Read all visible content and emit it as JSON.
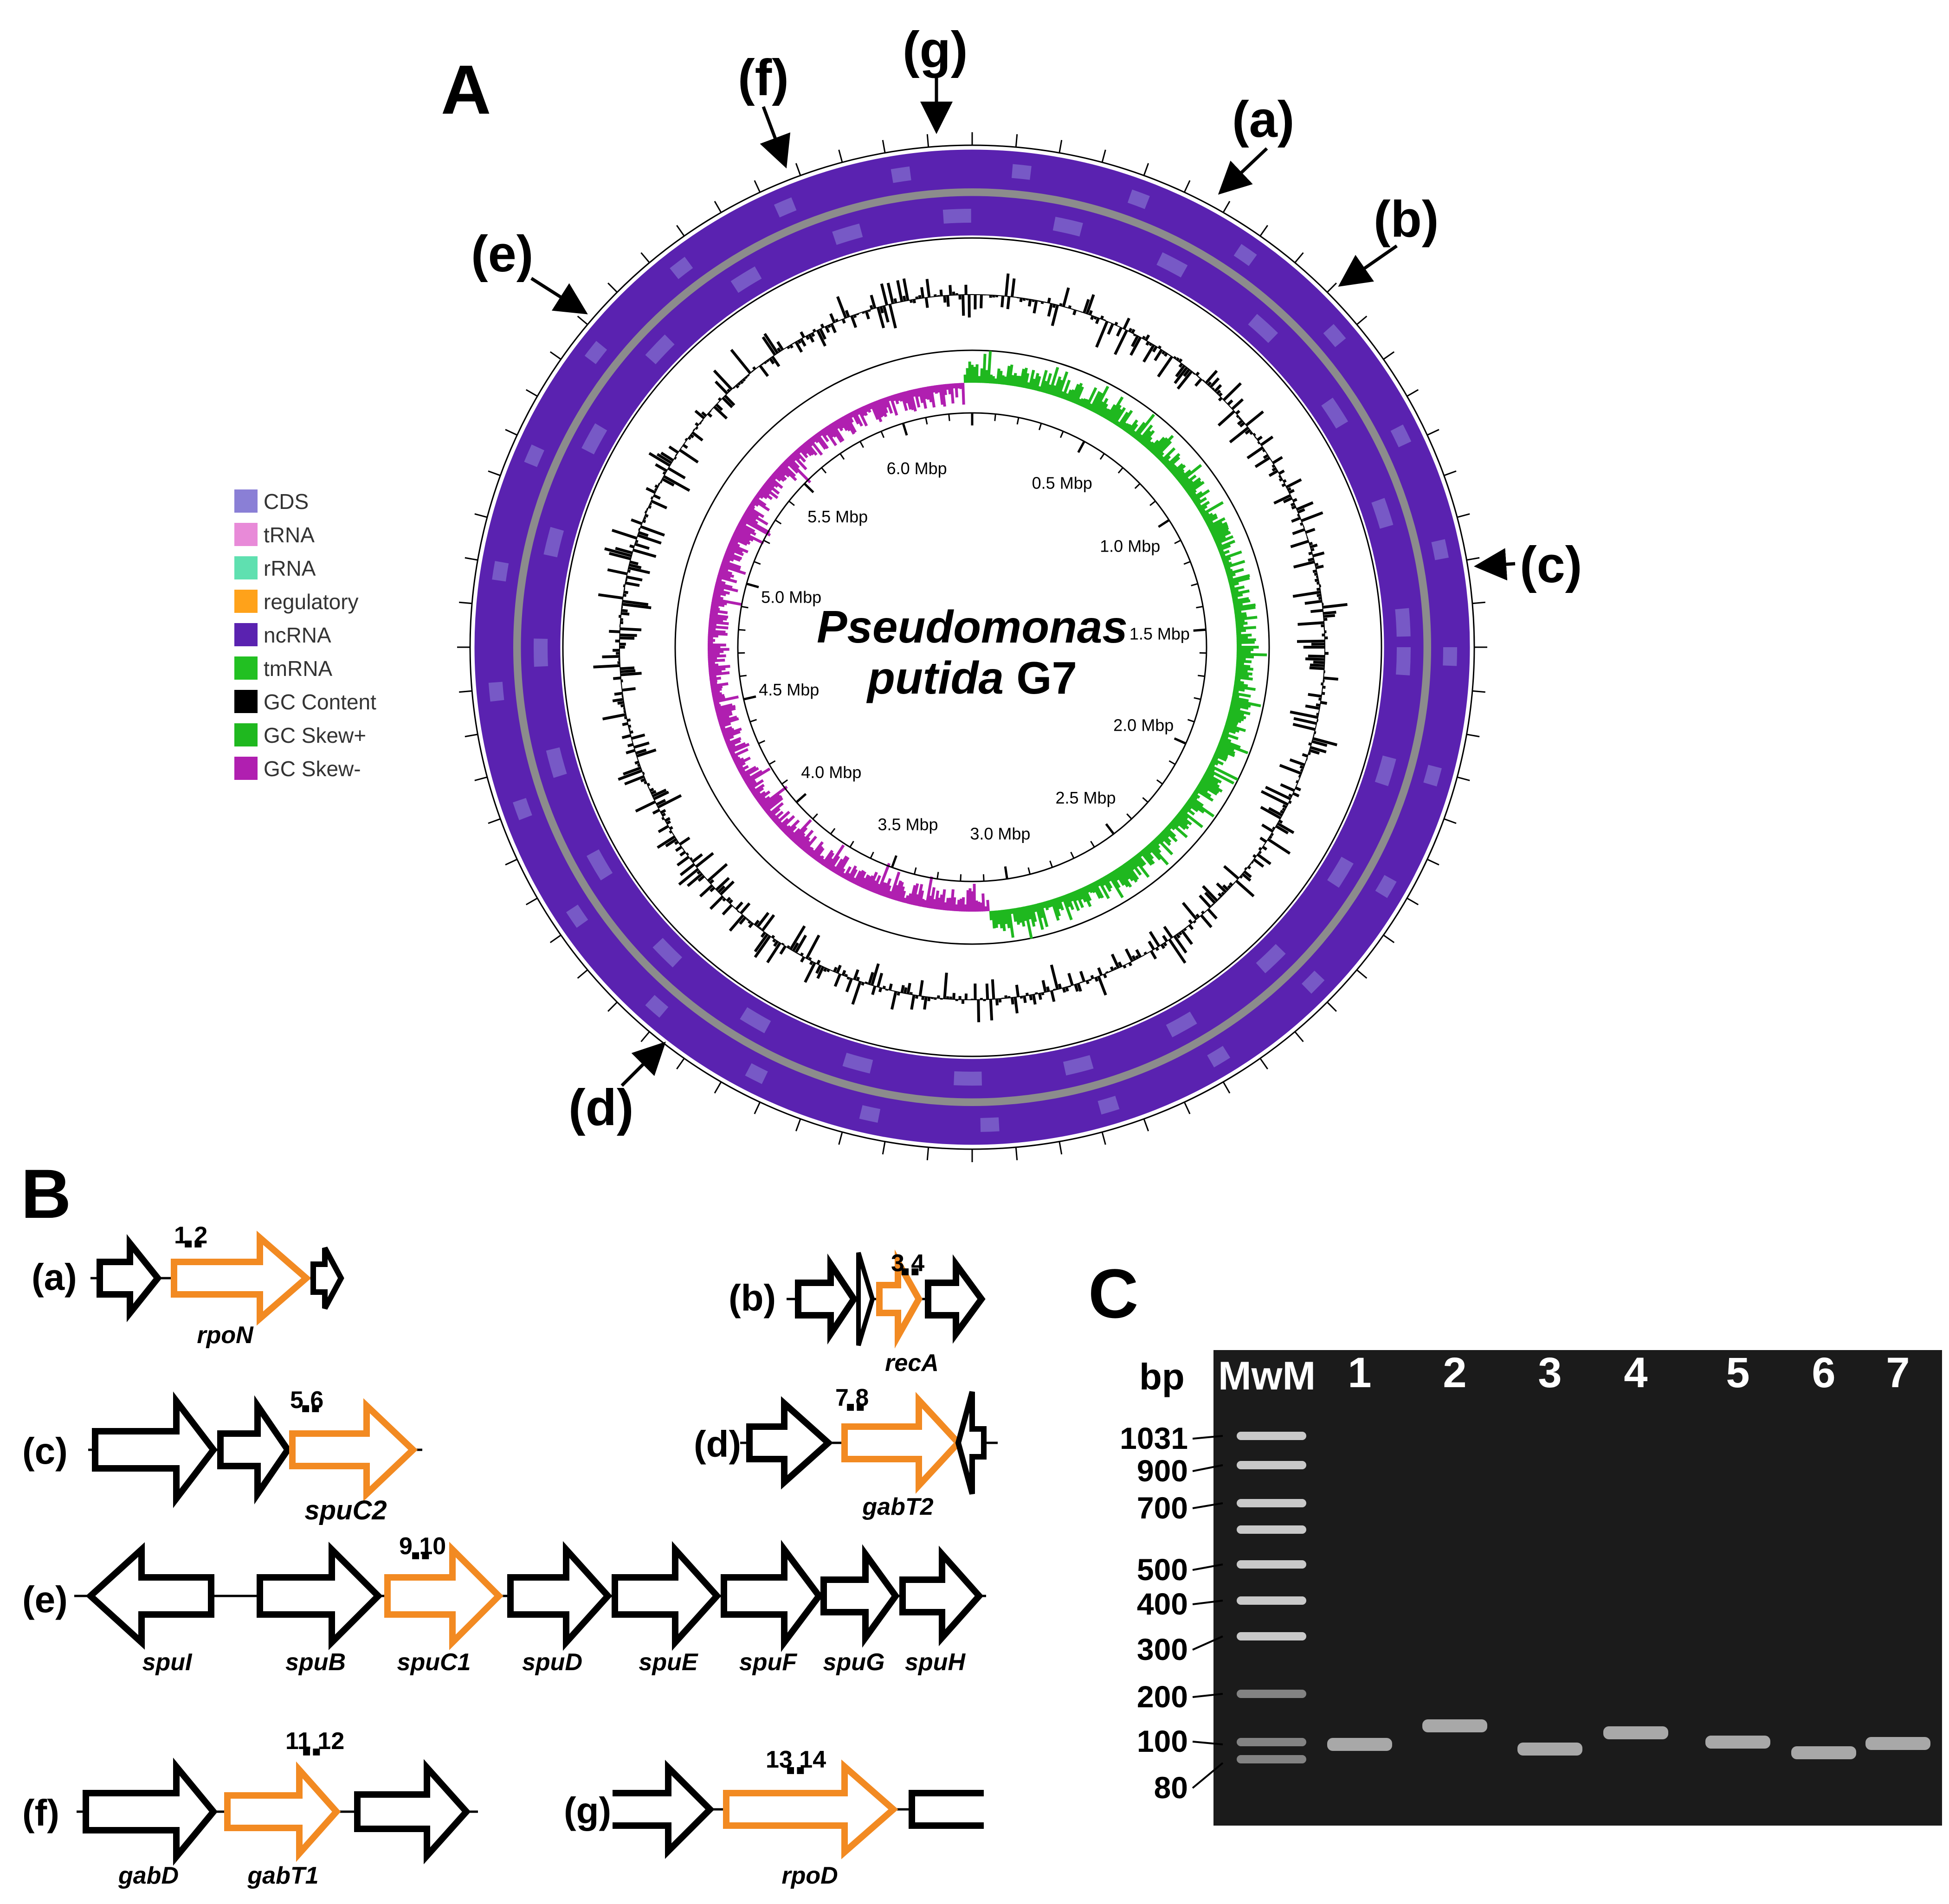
{
  "colors": {
    "cds": "#8a7fd6",
    "trna": "#e88ad8",
    "rrna": "#5fe0b0",
    "regulatory": "#ffa21a",
    "ncrna": "#5a22b0",
    "tmrna": "#22c022",
    "gc_content": "#000000",
    "gc_skew_pos": "#1fb81f",
    "gc_skew_neg": "#b01fb0",
    "gene_highlight": "#f28a22",
    "gene_default": "#000000",
    "gel_bg": "#1b1b1b",
    "gel_band": "#d8d8d8"
  },
  "panelA": {
    "label": "A",
    "organism_italic": "Pseudomonas",
    "organism_line2_italic": "putida",
    "organism_line2_plain": "G7",
    "legend": [
      {
        "color_key": "cds",
        "label": "CDS"
      },
      {
        "color_key": "trna",
        "label": "tRNA"
      },
      {
        "color_key": "rrna",
        "label": "rRNA"
      },
      {
        "color_key": "regulatory",
        "label": "regulatory"
      },
      {
        "color_key": "ncrna",
        "label": "ncRNA"
      },
      {
        "color_key": "tmrna",
        "label": "tmRNA"
      },
      {
        "color_key": "gc_content",
        "label": "GC Content"
      },
      {
        "color_key": "gc_skew_pos",
        "label": "GC Skew+"
      },
      {
        "color_key": "gc_skew_neg",
        "label": "GC Skew-"
      }
    ],
    "scale_labels": [
      "0.5 Mbp",
      "1.0 Mbp",
      "1.5 Mbp",
      "2.0 Mbp",
      "2.5 Mbp",
      "3.0 Mbp",
      "3.5 Mbp",
      "4.0 Mbp",
      "4.5 Mbp",
      "5.0 Mbp",
      "5.5 Mbp",
      "6.0 Mbp"
    ],
    "genome_size_mbp": 6.3,
    "markers": [
      "(a)",
      "(b)",
      "(c)",
      "(d)",
      "(e)",
      "(f)",
      "(g)"
    ]
  },
  "panelB": {
    "label": "B",
    "operons": [
      {
        "id": "(a)",
        "primers": "1 2",
        "genes": [
          "rpoN"
        ]
      },
      {
        "id": "(b)",
        "primers": "3 4",
        "genes": [
          "recA"
        ]
      },
      {
        "id": "(c)",
        "primers": "5 6",
        "genes": [
          "spuC2"
        ]
      },
      {
        "id": "(d)",
        "primers": "7 8",
        "genes": [
          "gabT2"
        ]
      },
      {
        "id": "(e)",
        "primers": "9 10",
        "genes": [
          "spuI",
          "spuB",
          "spuC1",
          "spuD",
          "spuE",
          "spuF",
          "spuG",
          "spuH"
        ]
      },
      {
        "id": "(f)",
        "primers": "11 12",
        "genes": [
          "gabD",
          "gabT1"
        ]
      },
      {
        "id": "(g)",
        "primers": "13 14",
        "genes": [
          "rpoD"
        ]
      }
    ]
  },
  "panelC": {
    "label": "C",
    "unit": "bp",
    "ladder_label": "MwM",
    "lanes": [
      "1",
      "2",
      "3",
      "4",
      "5",
      "6",
      "7"
    ],
    "ladder_sizes": [
      "1031",
      "900",
      "700",
      "500",
      "400",
      "300",
      "200",
      "100",
      "80"
    ]
  }
}
